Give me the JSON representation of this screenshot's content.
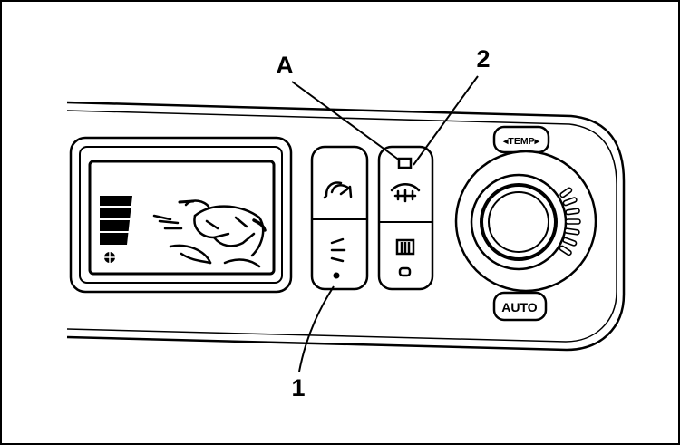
{
  "callouts": {
    "a": "A",
    "two": "2",
    "one": "1"
  },
  "buttons": {
    "temp_label": "◂TEMP▸",
    "auto_label": "AUTO"
  },
  "icons": {
    "display_bar_graph": "fan-speed-bars-icon",
    "display_fan": "fan-icon",
    "display_map": "climate-map-icon",
    "recirculation": "recirculation-icon",
    "ventilation": "ventilation-icon",
    "rear_defrost": "rear-defrost-icon",
    "indicator_lamp": "indicator-lamp-icon",
    "front_defrost": "front-defrost-icon",
    "dial_scale": "temperature-scale-icon"
  },
  "colors": {
    "ink": "#000000",
    "paper": "#ffffff"
  }
}
